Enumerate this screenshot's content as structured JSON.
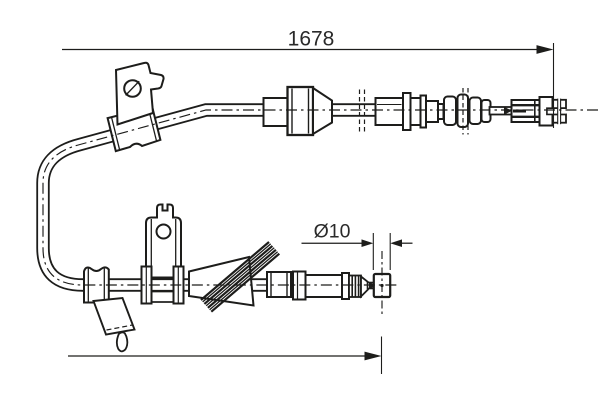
{
  "drawing": {
    "type": "technical-line-drawing",
    "subject": "bowden-cable",
    "background": "#ffffff",
    "line_color": "#1d1d1b",
    "text_color": "#2a2a2a"
  },
  "dimensions": {
    "overall_length": "1678",
    "nipple_diameter": "Ø10"
  }
}
